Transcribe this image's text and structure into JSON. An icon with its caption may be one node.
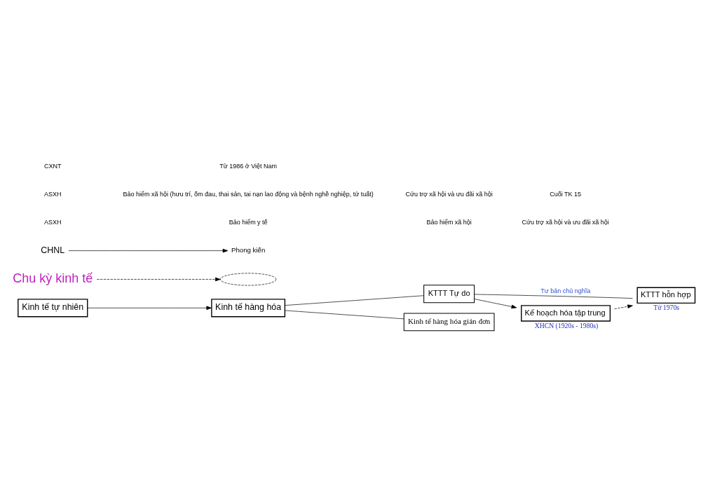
{
  "diagram": {
    "nodes": [
      {
        "text": [
          "Kinh tế tự nhiên"
        ]
      },
      {
        "text": [
          "Kinh tế hàng hóa"
        ]
      },
      {
        "text": [
          "KTTT Tự do"
        ]
      },
      {
        "text": [
          "Kinh tế hàng hóa giản đơn"
        ]
      },
      {
        "text": [
          "KTTT hỗn hợp"
        ],
        "beside": [
          "Từ 1970s"
        ]
      },
      {
        "text": [
          "Kế hoạch hóa tập trung"
        ],
        "beside": [
          "XHCN (1920s - 1980s)"
        ]
      },
      {
        "text": [
          "Chu kỳ kinh tế"
        ]
      },
      {
        "text": [],
        "shape": "curve"
      },
      {
        "text": [
          "CHNL"
        ]
      },
      {
        "text": [
          "Phong kiến"
        ]
      }
    ],
    "edges": [
      {
        "from": 0,
        "to": 1,
        "arrow": "to"
      },
      {
        "from": 1,
        "to": 2,
        "arrow": "none"
      },
      {
        "from": 1,
        "to": 3,
        "arrow": "none"
      },
      {
        "from": 2,
        "to": 4,
        "arrow": "none",
        "label": "Tư bản chủ nghĩa"
      },
      {
        "from": 2,
        "to": 5,
        "arrow": "to"
      },
      {
        "from": 5,
        "to": 4,
        "arrow": "to",
        "style": "dashed"
      },
      {
        "from": 6,
        "to": 7,
        "arrow": "to",
        "style": "dashed"
      },
      {
        "from": 8,
        "to": 9,
        "arrow": "to"
      }
    ],
    "labels": [
      "ASXH",
      "Bảo hiểm y tế",
      "Bảo hiểm xã hội",
      "Cứu trợ xã hội và ưu đãi xã hội",
      "ASXH",
      "Bảo hiểm xã hội (hưu trí, ốm đau, thai sản, tai nạn lao động và bệnh nghề nghiệp, tử tuất)",
      "Cứu trợ xã hội và ưu đãi xã hội",
      "Cuối TK 15",
      "CXNT",
      "Từ 1986 ở Việt Nam"
    ]
  }
}
